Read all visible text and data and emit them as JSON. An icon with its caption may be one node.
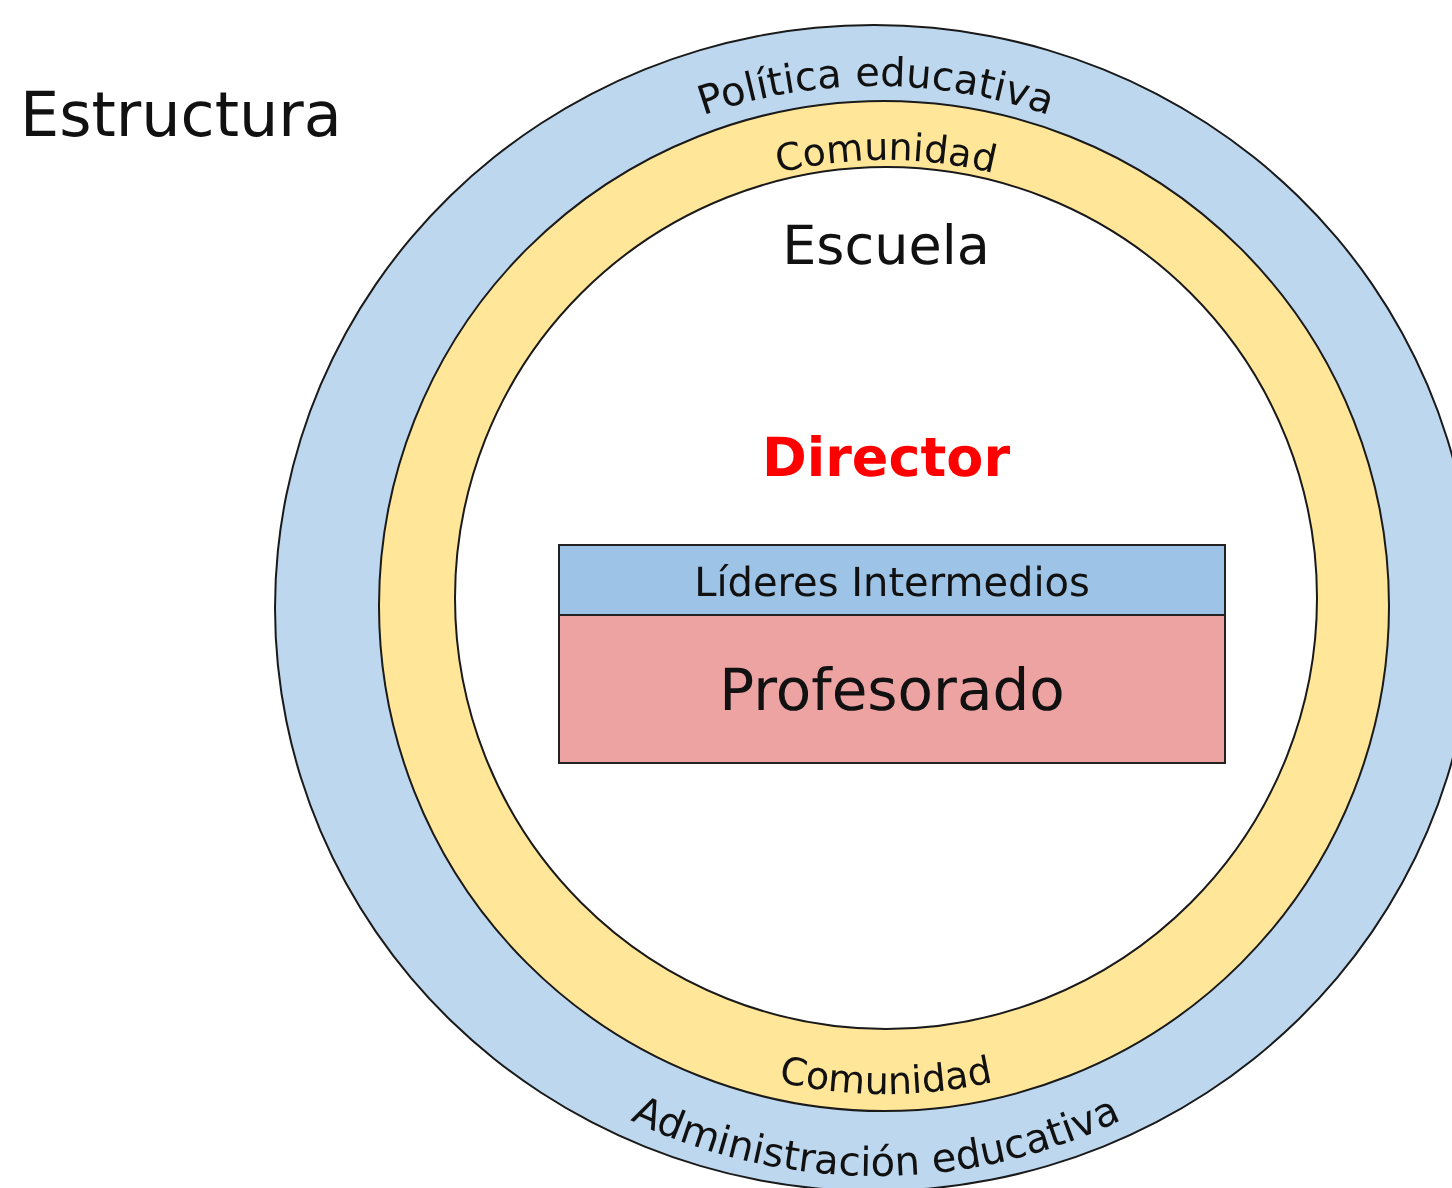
{
  "diagram": {
    "title": "Estructura",
    "nodes": [
      {
        "text": [
          "Política educativa",
          "Administración educativa"
        ]
      },
      {
        "text": [
          "Comunidad",
          "Comunidad"
        ],
        "in": 0
      },
      {
        "text": [
          "Escuela",
          "Director"
        ],
        "in": 1
      },
      {
        "text": [
          "Líderes Intermedios"
        ],
        "in": 2
      },
      {
        "text": [
          "Profesorado"
        ],
        "in": 2
      }
    ]
  }
}
